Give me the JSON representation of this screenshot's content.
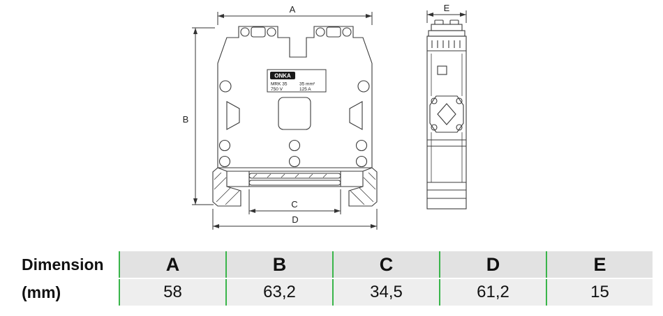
{
  "drawing": {
    "front_view": {
      "dim_labels": {
        "a": "A",
        "b": "B",
        "c": "C",
        "d": "D"
      },
      "nameplate": {
        "brand": "ONKA",
        "model": "MRK 35",
        "cross_section": "35 mm²",
        "voltage": "750 V",
        "current": "125 A"
      }
    },
    "side_view": {
      "dim_labels": {
        "e": "E"
      }
    }
  },
  "table": {
    "row_header_line1": "Dimension",
    "row_header_line2": "(mm)",
    "columns": [
      {
        "label": "A",
        "value": "58"
      },
      {
        "label": "B",
        "value": "63,2"
      },
      {
        "label": "C",
        "value": "34,5"
      },
      {
        "label": "D",
        "value": "61,2"
      },
      {
        "label": "E",
        "value": "15"
      }
    ]
  },
  "chart_data": {
    "type": "table",
    "columns": [
      "A",
      "B",
      "C",
      "D",
      "E"
    ],
    "rows": [
      {
        "label": "Dimension (mm)",
        "values": [
          "58",
          "63,2",
          "34,5",
          "61,2",
          "15"
        ]
      }
    ]
  },
  "colors": {
    "accent_green": "#39b54a",
    "header_row_bg": "#e2e2e2",
    "value_row_bg": "#eeeeee",
    "line_color": "#3a3a3a"
  }
}
